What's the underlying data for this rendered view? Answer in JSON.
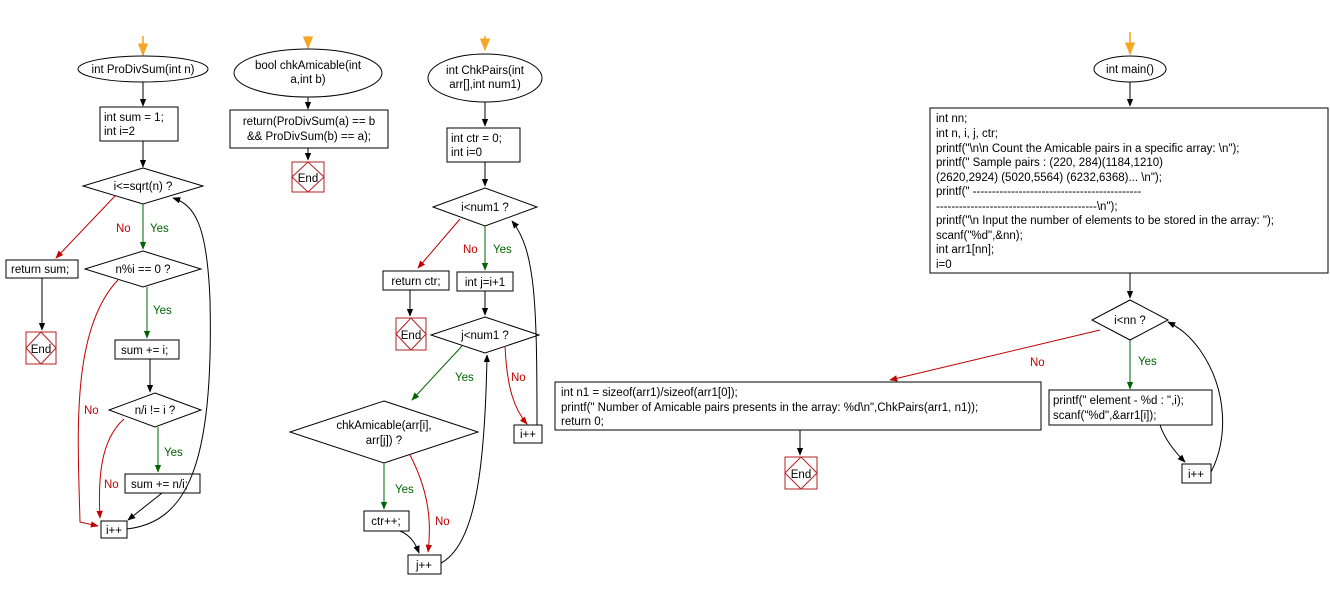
{
  "labels": {
    "yes": "Yes",
    "no": "No",
    "end": "End"
  },
  "prodivsum": {
    "start": "int ProDivSum(int n)",
    "init": [
      "int sum = 1;",
      "int i=2"
    ],
    "cond_loop": "i<=sqrt(n) ?",
    "ret": "return sum;",
    "cond_div": "n%i == 0 ?",
    "add_i": "sum += i;",
    "cond_ne": "n/i != i ?",
    "add_ni": "sum += n/i;",
    "inc": "i++"
  },
  "chkamicable": {
    "start": [
      "bool chkAmicable(int",
      "a,int b)"
    ],
    "ret": [
      "return(ProDivSum(a) == b",
      "&& ProDivSum(b) == a);"
    ]
  },
  "chkpairs": {
    "start": [
      "int ChkPairs(int",
      "arr[],int num1)"
    ],
    "init": [
      "int ctr = 0;",
      "int i=0"
    ],
    "cond_i": "i<num1 ?",
    "ret": "return ctr;",
    "init_j": "int j=i+1",
    "cond_j": "j<num1 ?",
    "call": [
      "chkAmicable(arr[i],",
      "arr[j]) ?"
    ],
    "ctr": "ctr++;",
    "inc_j": "j++",
    "inc_i": "i++"
  },
  "main": {
    "start": "int main()",
    "code": [
      "int nn;",
      "int n, i, j, ctr;",
      "printf(\"\\n\\n Count the Amicable pairs in a specific array: \\n\");",
      "printf(\" Sample pairs : (220, 284)(1184,1210)",
      "(2620,2924) (5020,5564) (6232,6368)... \\n\");",
      "printf(\" --------------------------------------------",
      "------------------------------------------\\n\");",
      "printf(\"\\n Input the number of elements to be stored in the array: \");",
      "scanf(\"%d\",&nn);",
      "int arr1[nn];",
      "i=0"
    ],
    "cond": "i<nn ?",
    "loop_body": [
      "printf(\" element - %d : \",i);",
      "scanf(\"%d\",&arr1[i]);"
    ],
    "inc": "i++",
    "final": [
      "int n1 = sizeof(arr1)/sizeof(arr1[0]);",
      "printf(\" Number of Amicable pairs presents in the array: %d\\n\",ChkPairs(arr1, n1));",
      "return 0;"
    ]
  }
}
